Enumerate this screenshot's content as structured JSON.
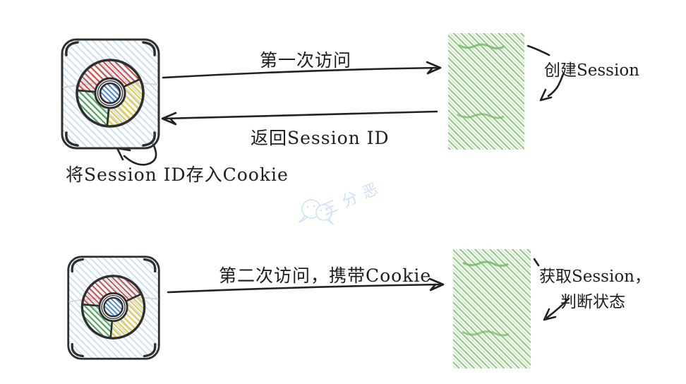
{
  "top_flow": {
    "request_label": "第一次访问",
    "response_label": "返回Session ID",
    "server_note": "创建Session",
    "browser_note": "将Session ID存入Cookie"
  },
  "bottom_flow": {
    "request_label": "第二次访问，携带Cookie",
    "server_note_line1": "获取Session，",
    "server_note_line2": "判断状态"
  },
  "watermark": {
    "text": "三分恶"
  },
  "colors": {
    "ink": "#222222",
    "server_hatch_green": "#8cc97b",
    "server_hatch_green_dark": "#6fb761",
    "browser_hatch_blue": "#c3daf1",
    "chrome_red": "#d6493a",
    "chrome_green": "#4aa54e",
    "chrome_yellow": "#e6c83f",
    "chrome_blue": "#4b86d8",
    "watermark_blue": "#cfe2f7"
  },
  "icons": {
    "browser": "chrome-icon",
    "server": "server-hatched-box",
    "watermark": "wechat-chat-bubbles-icon"
  }
}
